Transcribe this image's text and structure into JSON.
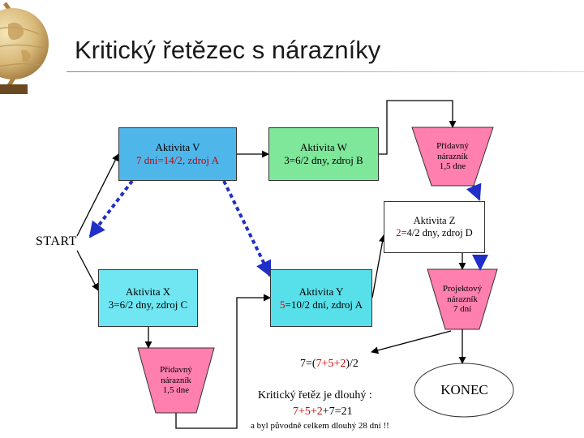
{
  "title": "Kritický řetězec s nárazníky",
  "start": "START",
  "end": "KONEC",
  "activity_v": {
    "line1": "Aktivita V",
    "line2": "7 dní=14/2, zdroj A"
  },
  "activity_w": {
    "line1": "Aktivita W",
    "line2": "3=6/2 dny, zdroj B"
  },
  "activity_z": {
    "line1": "Aktivita Z",
    "line2_red": "2",
    "line2_rest": "=4/2 dny, zdroj D"
  },
  "activity_x": {
    "line1": "Aktivita X",
    "line2": "3=6/2 dny, zdroj C"
  },
  "activity_y": {
    "line1": "Aktivita Y",
    "line2_red": "5",
    "line2_rest": "=10/2 dní, zdroj A"
  },
  "feeding_buffer_top": {
    "line1": "Přídavný",
    "line2": "nárazník",
    "line3": "1,5 dne"
  },
  "feeding_buffer_bottom": {
    "line1": "Přídavný",
    "line2": "nárazník",
    "line3": "1,5 dne"
  },
  "project_buffer": {
    "line1": "Projektový",
    "line2": "nárazník",
    "line3": "7 dní"
  },
  "equation": {
    "prefix": "7=(",
    "red": "7+5+2",
    "suffix": ")/2"
  },
  "critical_chain": {
    "line1": "Kritický řetěz je dlouhý :",
    "line2_red": "7+5+2",
    "line2_rest": "+7=21",
    "line3": "a byl původně celkem dlouhý 28 dní !!"
  },
  "colors": {
    "activity_v": "#4fb6ea",
    "activity_w": "#7ee79a",
    "activity_x": "#6fe6f2",
    "activity_y": "#58e0ea",
    "buffer_fill": "#ff7faf",
    "resource_link": "#1f2fc8",
    "highlight": "#cc0000"
  },
  "icons": {
    "corner_decoration": "globe-icon"
  }
}
